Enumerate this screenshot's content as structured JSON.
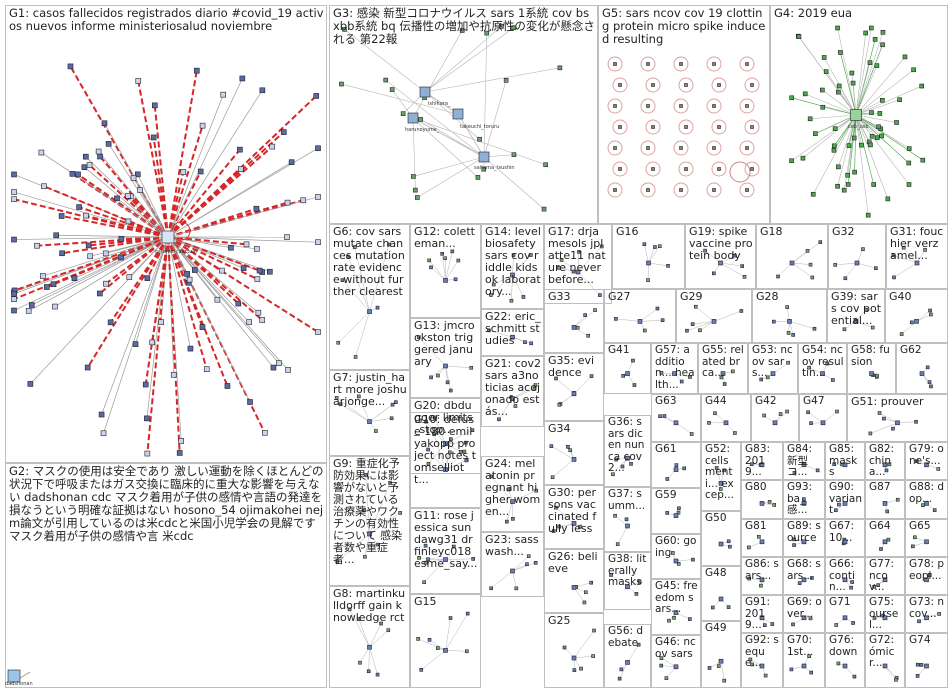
{
  "groups": [
    {
      "id": "G1",
      "text": "G1: casos fallecidos registrados diario #covid_19 activos nuevos informe ministeriosalud noviembre"
    },
    {
      "id": "G2",
      "text": "G2: マスクの使用は安全であり 激しい運動を除くほとんどの状況下で呼吸またはガス交換に臨床的に重大な影響を与えない dadshonan cdc マスク着用が子供の感情や言語の発達を損なうという明確な証拠はない hosono_54 ojimakohei nejm論文が引用しているのは米cdcと米国小児学会の見解です マスク着用が子供の感情や言 米cdc"
    },
    {
      "id": "G3",
      "text": "G3: 感染 新型コロナウイルス sars 1系統 cov bs xbb系統 bq 伝播性の増加や抗原性の変化が懸念される 第22報"
    },
    {
      "id": "G5",
      "text": "G5: sars ncov cov 19 clotting protein micro spike induced resulting"
    },
    {
      "id": "G4",
      "text": "G4: 2019 eua"
    },
    {
      "id": "G6",
      "text": "G6: cov sars mutate chances mutation rate evidence without further clearest"
    },
    {
      "id": "G12",
      "text": "G12: coletteman..."
    },
    {
      "id": "G14",
      "text": "G14: level biosafety sars cov riddle kids ok laboratory..."
    },
    {
      "id": "G17",
      "text": "G17: drjamesols jplatte11 nature never before..."
    },
    {
      "id": "G16",
      "text": "G16"
    },
    {
      "id": "G19",
      "text": "G19: spike vaccine protein body"
    },
    {
      "id": "G18",
      "text": "G18"
    },
    {
      "id": "G32",
      "text": "G32"
    },
    {
      "id": "G31",
      "text": "G31: fouchier verzamel..."
    },
    {
      "id": "G13",
      "text": "G13: jmcrookston triggered january"
    },
    {
      "id": "G22",
      "text": "G22: eric_schmitt studies"
    },
    {
      "id": "G33",
      "text": "G33"
    },
    {
      "id": "G27",
      "text": "G27"
    },
    {
      "id": "G29",
      "text": "G29"
    },
    {
      "id": "G28",
      "text": "G28"
    },
    {
      "id": "G39",
      "text": "G39: sars cov potential..."
    },
    {
      "id": "G40",
      "text": "G40"
    },
    {
      "id": "G7",
      "text": "G7: justin_hart more joshuarjonge..."
    },
    {
      "id": "G20",
      "text": "G20: dbdugger limits_stop..."
    },
    {
      "id": "G21",
      "text": "G21: cov2 sars a3noticias acojonado estás..."
    },
    {
      "id": "G35",
      "text": "G35: evidence"
    },
    {
      "id": "G41",
      "text": "G41"
    },
    {
      "id": "G57",
      "text": "G57: addition... health..."
    },
    {
      "id": "G55",
      "text": "G55: related brca..."
    },
    {
      "id": "G53",
      "text": "G53: ncov sars..."
    },
    {
      "id": "G54",
      "text": "G54: ncov resultin..."
    },
    {
      "id": "G58",
      "text": "G58: fusion"
    },
    {
      "id": "G62",
      "text": "G62"
    },
    {
      "id": "G10",
      "text": "G10: defuse 180 emilyakopp project notes tomselliott..."
    },
    {
      "id": "G34",
      "text": "G34"
    },
    {
      "id": "G36",
      "text": "G36: sars dicen nunca cov2..."
    },
    {
      "id": "G63",
      "text": "G63"
    },
    {
      "id": "G44",
      "text": "G44"
    },
    {
      "id": "G42",
      "text": "G42"
    },
    {
      "id": "G47",
      "text": "G47"
    },
    {
      "id": "G51",
      "text": "G51: prouver"
    },
    {
      "id": "G9",
      "text": "G9: 重症化予防効果には影響がないと予測されている 治療薬やワクチンの有効性について 感染者数や重症者..."
    },
    {
      "id": "G24",
      "text": "G24: melatonin pregnant higher women..."
    },
    {
      "id": "G61",
      "text": "G61"
    },
    {
      "id": "G52",
      "text": "G52: cells menti... excep..."
    },
    {
      "id": "G83",
      "text": "G83: 2019..."
    },
    {
      "id": "G84",
      "text": "G84: 新型コ..."
    },
    {
      "id": "G85",
      "text": "G85: masks"
    },
    {
      "id": "G82",
      "text": "G82: china..."
    },
    {
      "id": "G79",
      "text": "G79: one's..."
    },
    {
      "id": "G37",
      "text": "G37: summ..."
    },
    {
      "id": "G59",
      "text": "G59"
    },
    {
      "id": "G80",
      "text": "G80"
    },
    {
      "id": "G93",
      "text": "G93: ba_感..."
    },
    {
      "id": "G90",
      "text": "G90: variant"
    },
    {
      "id": "G87",
      "text": "G87"
    },
    {
      "id": "G88",
      "text": "G88: dop..."
    },
    {
      "id": "G11",
      "text": "G11: rose jessica sundawg31 dr finleyc018 esme_say..."
    },
    {
      "id": "G30",
      "text": "G30: persons vaccinated fully less"
    },
    {
      "id": "G50",
      "text": "G50"
    },
    {
      "id": "G81",
      "text": "G81"
    },
    {
      "id": "G89",
      "text": "G89: source"
    },
    {
      "id": "G67",
      "text": "G67: 10..."
    },
    {
      "id": "G64",
      "text": "G64"
    },
    {
      "id": "G65",
      "text": "G65"
    },
    {
      "id": "G23",
      "text": "G23: sasswash..."
    },
    {
      "id": "G60",
      "text": "G60: going"
    },
    {
      "id": "G26",
      "text": "G26: believe"
    },
    {
      "id": "G38",
      "text": "G38: literally masks"
    },
    {
      "id": "G48",
      "text": "G48"
    },
    {
      "id": "G86",
      "text": "G86: sars..."
    },
    {
      "id": "G68",
      "text": "G68: sars..."
    },
    {
      "id": "G66",
      "text": "G66: contin..."
    },
    {
      "id": "G77",
      "text": "G77: ncov..."
    },
    {
      "id": "G78",
      "text": "G78: peopl..."
    },
    {
      "id": "G8",
      "text": "G8: martinkulldorff gain knowledge rct"
    },
    {
      "id": "G15",
      "text": "G15"
    },
    {
      "id": "G45",
      "text": "G45: freedom sars..."
    },
    {
      "id": "G91",
      "text": "G91: 2019..."
    },
    {
      "id": "G69",
      "text": "G69: over..."
    },
    {
      "id": "G71",
      "text": "G71"
    },
    {
      "id": "G75",
      "text": "G75: oursel..."
    },
    {
      "id": "G73",
      "text": "G73: ncov..."
    },
    {
      "id": "G25",
      "text": "G25"
    },
    {
      "id": "G49",
      "text": "G49"
    },
    {
      "id": "G56",
      "text": "G56: debate"
    },
    {
      "id": "G46",
      "text": "G46: ncov sars"
    },
    {
      "id": "G92",
      "text": "G92: seque..."
    },
    {
      "id": "G70",
      "text": "G70: 1st..."
    },
    {
      "id": "G76",
      "text": "G76: down"
    },
    {
      "id": "G72",
      "text": "G72: ómicr..."
    },
    {
      "id": "G74",
      "text": "G74"
    }
  ],
  "node_labels": {
    "g1_hub": "catamarcaactual",
    "g3_a": "ishihara_",
    "g3_b": "takeuchi_toruru",
    "g3_c": "harunoyume_",
    "g3_d": "saitama_tsushin",
    "g4_hub": "ceb_ceb",
    "g2_a": "dadshonan"
  },
  "colors": {
    "edge_red": "#d62728",
    "edge_gray": "#9a9a9a",
    "edge_green": "#3aa23a",
    "edge_light": "#b5b5b5",
    "border": "#bfbfbf",
    "loop": "#c33"
  }
}
